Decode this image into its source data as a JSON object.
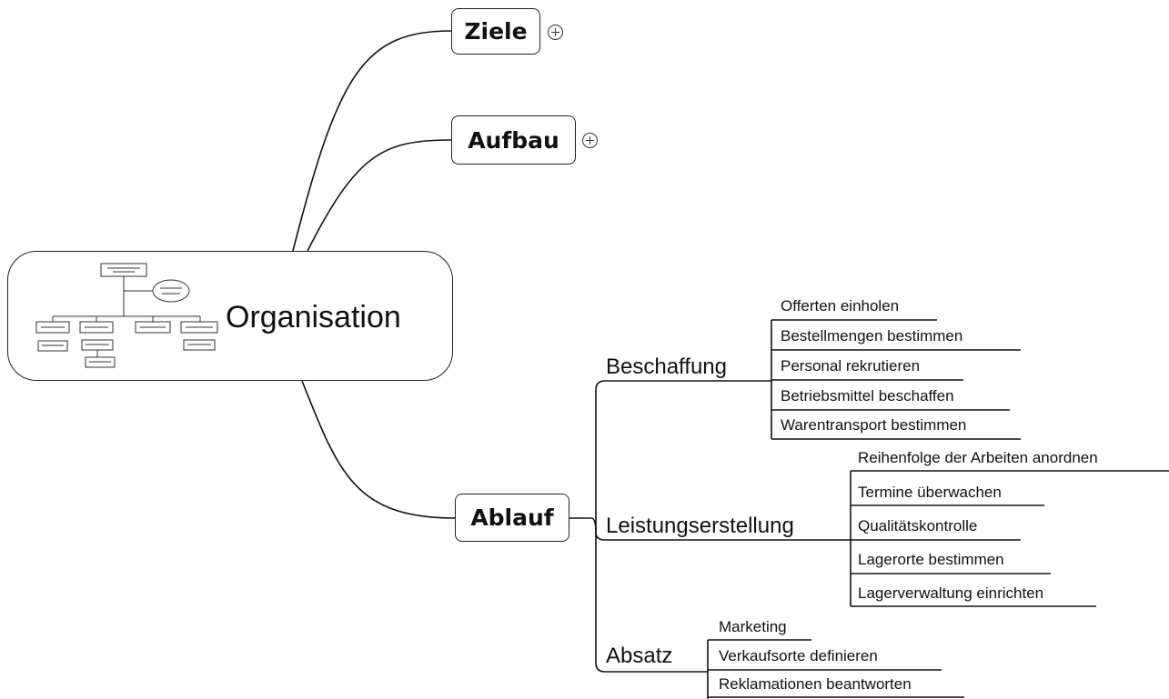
{
  "root": {
    "label": "Organisation"
  },
  "branches": {
    "ziele": {
      "label": "Ziele"
    },
    "aufbau": {
      "label": "Aufbau"
    },
    "ablauf": {
      "label": "Ablauf",
      "beschaffung": {
        "label": "Beschaffung",
        "items": [
          "Offerten einholen",
          "Bestellmengen bestimmen",
          "Personal rekrutieren",
          "Betriebsmittel beschaffen",
          "Warentransport bestimmen"
        ]
      },
      "leistungserstellung": {
        "label": "Leistungserstellung",
        "items": [
          "Reihenfolge der Arbeiten anordnen",
          "Termine überwachen",
          "Qualitätskontrolle",
          "Lagerorte bestimmen",
          "Lagerverwaltung einrichten"
        ]
      },
      "absatz": {
        "label": "Absatz",
        "items": [
          "Marketing",
          "Verkaufsorte definieren",
          "Reklamationen beantworten"
        ]
      }
    }
  }
}
